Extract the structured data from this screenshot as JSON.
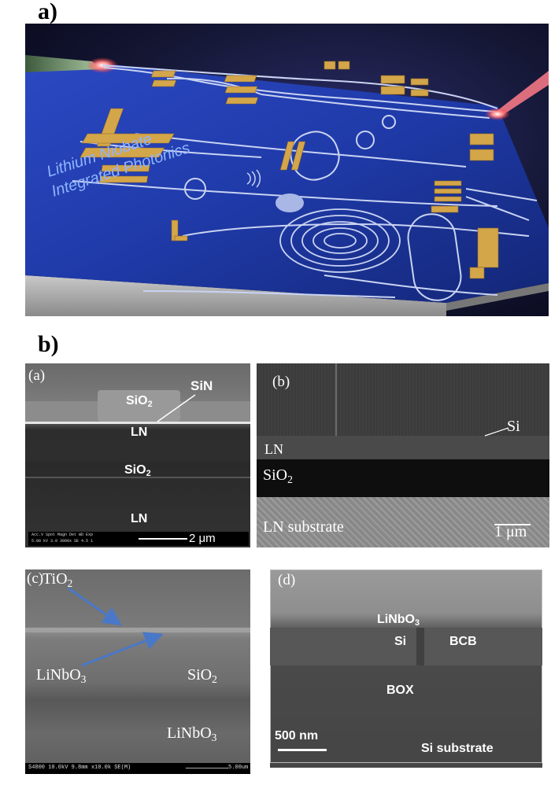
{
  "figure": {
    "label_a": "a)",
    "label_b": "b)"
  },
  "panel_a": {
    "chip_text_line1": "Lithium Niobate",
    "chip_text_line2": "Integrated Photonics"
  },
  "sem_a": {
    "tag": "(a)",
    "sin": "SiN",
    "sio2_top": "SiO",
    "sio2_top_sub": "2",
    "ln_top": "LN",
    "sio2_mid": "SiO",
    "sio2_mid_sub": "2",
    "ln_bottom": "LN",
    "info": "Acc.V Spot Magn Det WD Exp",
    "info2": "5.00 kV 3.0 3000x SE 4.5 1",
    "scale": "2 μm"
  },
  "sem_b": {
    "tag": "(b)",
    "si": "Si",
    "ln": "LN",
    "sio2": "SiO",
    "sio2_sub": "2",
    "substrate": "LN substrate",
    "scale": "1 μm"
  },
  "sem_c": {
    "tag": "(c)",
    "tio2": "TiO",
    "tio2_sub": "2",
    "linbo3_a": "LiNbO",
    "linbo3_a_sub": "3",
    "sio2": "SiO",
    "sio2_sub": "2",
    "linbo3_b": "LiNbO",
    "linbo3_b_sub": "3",
    "info": "S4800 10.0kV 9.8mm x10.0k SE(M)",
    "info_scale": "5.00um"
  },
  "sem_d": {
    "tag": "(d)",
    "linbo3": "LiNbO",
    "linbo3_sub": "3",
    "si": "Si",
    "bcb": "BCB",
    "box": "BOX",
    "scale": "500 nm",
    "substrate": "Si substrate"
  },
  "colors": {
    "chip_blue": "#1f3aa8",
    "gold": "#d4a64a",
    "waveguide": "#c9d3f2",
    "laser": "#ff5a6a"
  }
}
